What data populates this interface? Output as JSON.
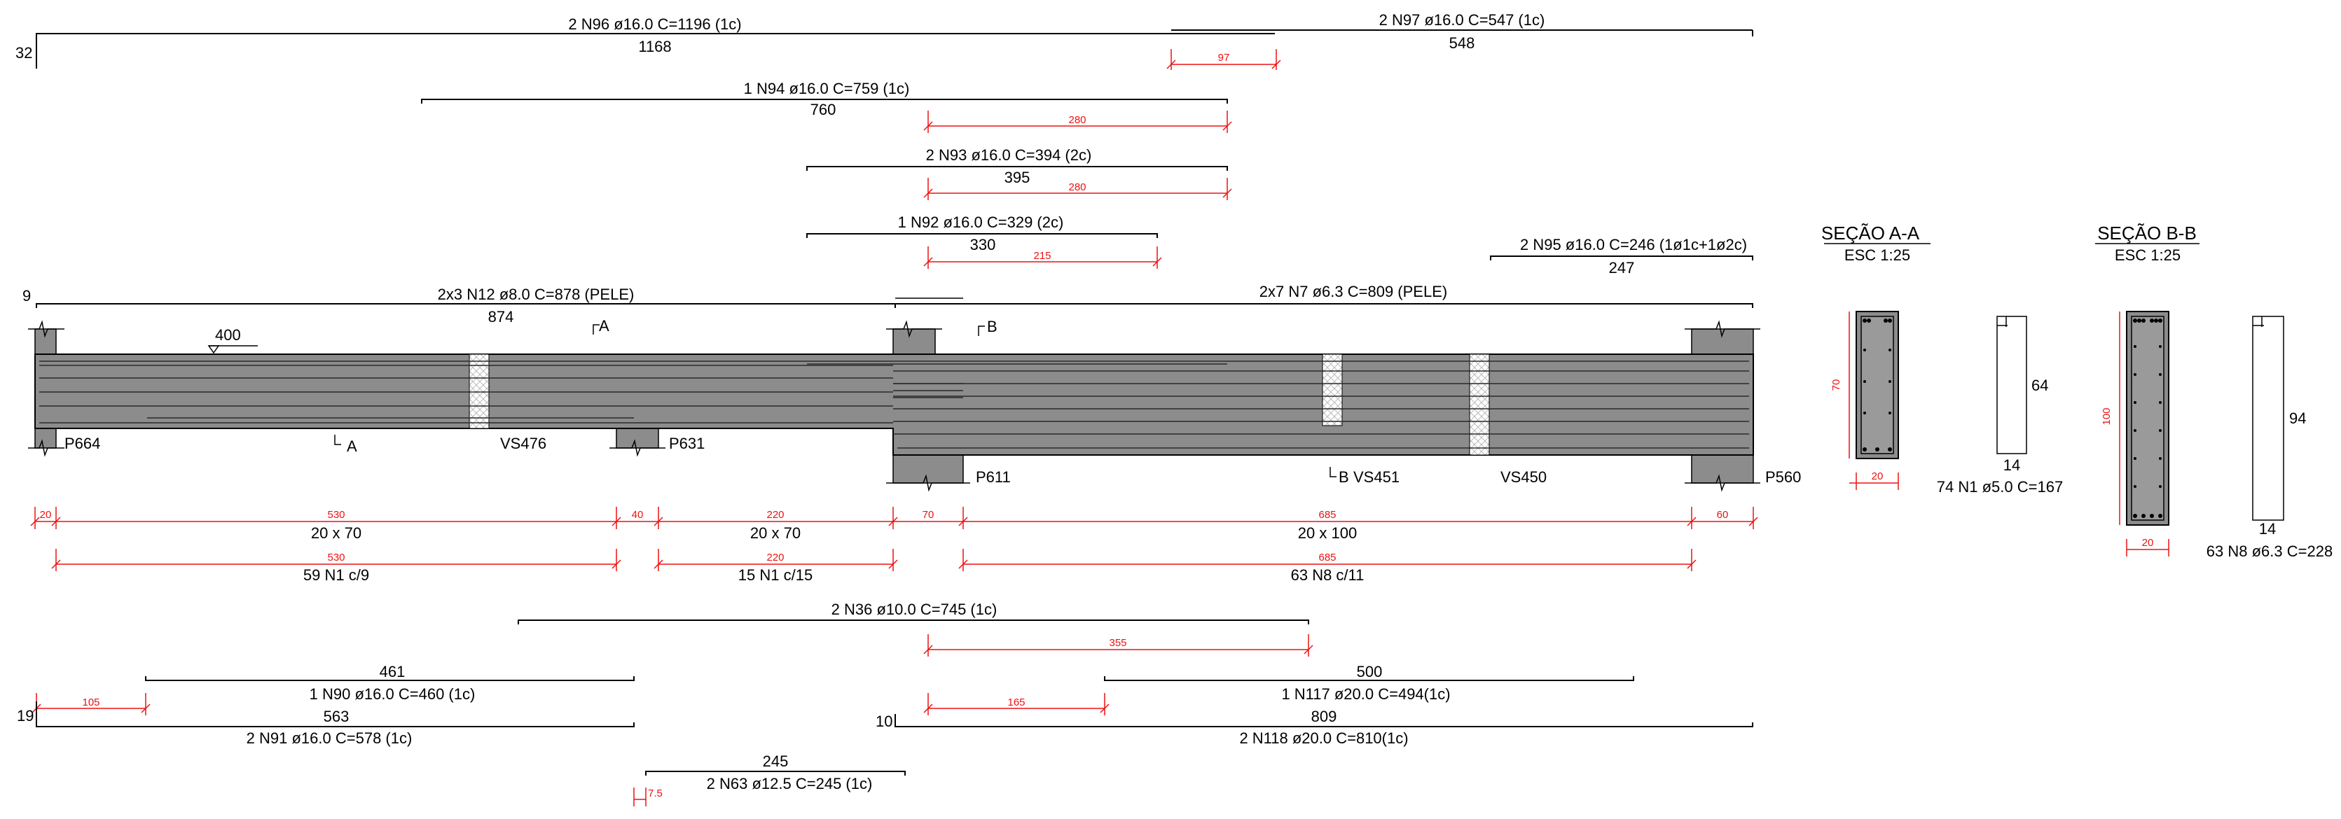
{
  "bars_top": {
    "n96": {
      "label": "2 N96 ø16.0  C=1196 (1c)",
      "len": "1168",
      "hook": "32"
    },
    "n97": {
      "label": "2 N97 ø16.0  C=547 (1c)",
      "len": "548",
      "dim": "97"
    },
    "n94": {
      "label": "1 N94 ø16.0  C=759 (1c)",
      "len": "760",
      "dim": "280"
    },
    "n93": {
      "label": "2 N93 ø16.0  C=394 (2c)",
      "len": "395",
      "dim": "280"
    },
    "n92": {
      "label": "1 N92 ø16.0  C=329 (2c)",
      "len": "330",
      "dim": "215"
    },
    "n95": {
      "label": "2 N95 ø16.0  C=246 (1ø1c+1ø2c)",
      "len": "247"
    },
    "n12": {
      "label": "2x3 N12 ø8.0  C=878  (PELE)",
      "len": "874",
      "hook": "9"
    },
    "n7": {
      "label": "2x7 N7 ø6.3  C=809  (PELE)"
    }
  },
  "beam": {
    "level": "400",
    "cut_a_top": "A",
    "cut_a_bottom": "A",
    "cut_b_top": "B",
    "cut_b_bottom": "B",
    "supports": {
      "p664": "P664",
      "p631": "P631",
      "p611": "P611",
      "p560": "P560"
    },
    "beams": {
      "vs476": "VS476",
      "vs451": "VS451",
      "vs450": "VS450"
    }
  },
  "dims": {
    "d20": "20",
    "d530": "530",
    "d40": "40",
    "d220": "220",
    "d70": "70",
    "d685": "685",
    "d60": "60",
    "sec1": "20 x 70",
    "sec2": "20 x 70",
    "sec3": "20 x 100",
    "s530": "530",
    "s220": "220",
    "s685": "685",
    "stir1": "59 N1 c/9",
    "stir2": "15 N1 c/15",
    "stir3": "63 N8 c/11"
  },
  "bars_bottom": {
    "n36": {
      "label": "2 N36 ø10.0  C=745 (1c)",
      "dim": "355"
    },
    "n90": {
      "label": "1 N90 ø16.0  C=460 (1c)",
      "len": "461",
      "dim": "105"
    },
    "n91": {
      "label": "2 N91 ø16.0  C=578 (1c)",
      "len": "563",
      "hook": "19"
    },
    "n117": {
      "label": "1 N117 ø20.0  C=494(1c)",
      "len": "500",
      "dim": "165"
    },
    "n118": {
      "label": "2 N118 ø20.0  C=810(1c)",
      "len": "809",
      "hook": "10"
    },
    "n63": {
      "label": "2 N63 ø12.5  C=245 (1c)",
      "len": "245",
      "dim": "7.5"
    }
  },
  "section_a": {
    "title": "SEÇÃO A-A",
    "scale": "ESC 1:25",
    "height": "70",
    "width": "20",
    "stir_h": "64",
    "stir_w": "14",
    "stir_label": "74 N1 ø5.0  C=167"
  },
  "section_b": {
    "title": "SEÇÃO B-B",
    "scale": "ESC 1:25",
    "height": "100",
    "width": "20",
    "stir_h": "94",
    "stir_w": "14",
    "stir_label": "63 N8 ø6.3  C=228"
  },
  "colors": {
    "line": "#000000",
    "dimension": "#e11111",
    "concrete": "#8c8c8c",
    "concrete_dark": "#6e6e6e"
  }
}
